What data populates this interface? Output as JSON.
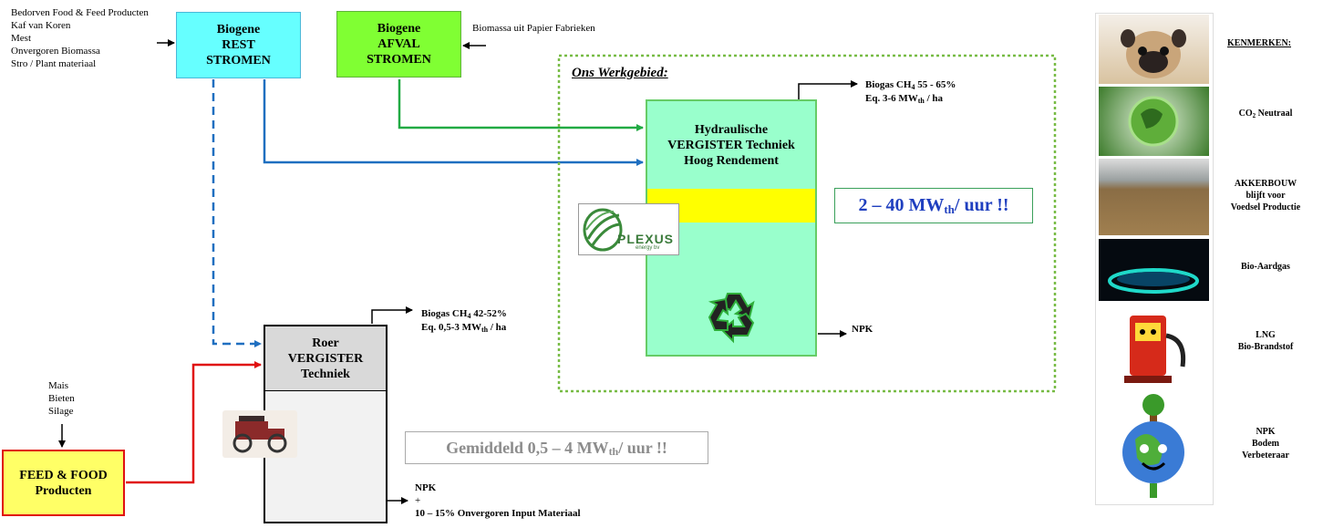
{
  "inputs_left": {
    "lines": [
      "Bedorven Food & Feed Producten",
      "Kaf van Koren",
      "Mest",
      "Onvergoren Biomassa",
      "Stro / Plant materiaal"
    ]
  },
  "box_rest": {
    "label": "Biogene\nREST\nSTROMEN",
    "color": "#66ffff"
  },
  "box_afval": {
    "label": "Biogene\nAFVAL\nSTROMEN",
    "color": "#80ff33"
  },
  "input_afval": "Biomassa uit Papier Fabrieken",
  "werkgebied": {
    "title": "Ons Werkgebied:",
    "biogas_line1_pre": "Biogas CH",
    "biogas_line1_sub": "4",
    "biogas_line1_post": " 55 - 65%",
    "biogas_line2_pre": "Eq. 3-6 MW",
    "biogas_line2_sub": "th",
    "biogas_line2_post": " / ha",
    "reactor_label": "Hydraulische\nVERGISTER Techniek\nHoog Rendement",
    "power_pre": "2 – 40 MW",
    "power_sub": "th",
    "power_post": " / uur !!",
    "npk": "NPK",
    "logo_text": "PLEXUS",
    "logo_sub": "energy bv"
  },
  "roer": {
    "label": "Roer\nVERGISTER\nTechniek",
    "biogas_line1_pre": "Biogas CH",
    "biogas_line1_sub": "4",
    "biogas_line1_post": " 42-52%",
    "biogas_line2_pre": "Eq. 0,5-3 MW",
    "biogas_line2_sub": "th",
    "biogas_line2_post": " / ha",
    "power_pre": "Gemiddeld 0,5 – 4 MW",
    "power_sub": "th",
    "power_post": " / uur !!",
    "npk_lines": [
      "NPK",
      "+",
      "10 – 15% Onvergoren Input Materiaal"
    ]
  },
  "feed": {
    "inputs": [
      "Mais",
      "Bieten",
      "Silage"
    ],
    "label": "FEED & FOOD\nProducten",
    "color": "#ffff66"
  },
  "kenmerken": {
    "title": "KENMERKEN:",
    "items": [
      {
        "icon": "pug-dog-icon",
        "label": ""
      },
      {
        "pre": "CO",
        "sub": "2",
        "post": " Neutraal",
        "icon": "green-earth-icon"
      },
      {
        "label": "AKKERBOUW\nblijft voor\nVoedsel Productie",
        "icon": "wheat-field-icon"
      },
      {
        "label": "Bio-Aardgas",
        "icon": "gas-flame-icon"
      },
      {
        "label": "LNG\nBio-Brandstof",
        "icon": "fuel-pump-icon"
      },
      {
        "label": "NPK\nBodem\nVerbeteraar",
        "icon": "happy-earth-icon"
      }
    ]
  },
  "colors": {
    "green_line": "#22aa44",
    "blue_line": "#1f6fc0",
    "red_line": "#e01010",
    "reactor_fill": "#99ffcc",
    "reactor_border": "#66cc66",
    "yellow_band": "#ffff00",
    "power_blue": "#1f3fbf",
    "roer_gray": "#d9d9d9"
  }
}
